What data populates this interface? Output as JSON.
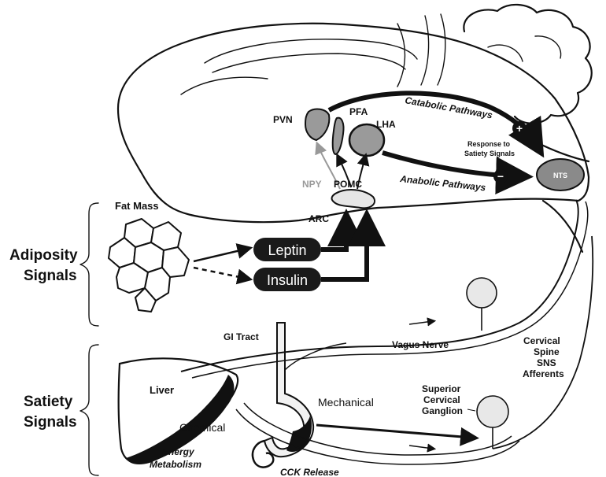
{
  "brain": {
    "pvn": "PVN",
    "pfa": "PFA",
    "lha": "LHA",
    "npy": "NPY",
    "pomc": "POMC",
    "arc": "ARC",
    "nts": "NTS",
    "catabolic": "Catabolic Pathways",
    "anabolic": "Anabolic Pathways",
    "response_line1": "Response to",
    "response_line2": "Satiety Signals",
    "plus": "+",
    "minus": "−"
  },
  "adiposity": {
    "title_line1": "Adiposity",
    "title_line2": "Signals",
    "fat_mass": "Fat Mass",
    "leptin": "Leptin",
    "insulin": "Insulin"
  },
  "satiety": {
    "title_line1": "Satiety",
    "title_line2": "Signals",
    "gi_tract": "GI Tract",
    "vagus": "Vagus Nerve",
    "liver": "Liver",
    "chemical": "Chemical",
    "mechanical": "Mechanical",
    "energy_line1": "Energy",
    "energy_line2": "Metabolism",
    "cck": "CCK Release",
    "superior_line1": "Superior",
    "superior_line2": "Cervical",
    "superior_line3": "Ganglion",
    "cervical_line1": "Cervical",
    "cervical_line2": "Spine",
    "cervical_line3": "SNS",
    "cervical_line4": "Afferents"
  },
  "colors": {
    "ink": "#111111",
    "pill": "#1a1a1a",
    "nucleus": "#9a9a9a",
    "npy_arrow": "#999999"
  }
}
